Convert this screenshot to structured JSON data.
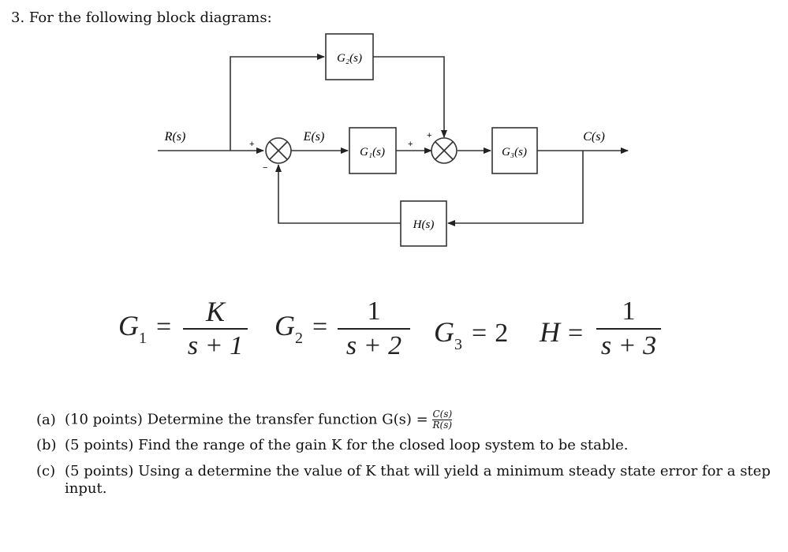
{
  "question": {
    "heading": "3. For the following block diagrams:"
  },
  "diagram": {
    "input_label": "R(s)",
    "error_label": "E(s)",
    "output_label": "C(s)",
    "blocks": {
      "g1": "G₁(s)",
      "g2": "G₂(s)",
      "g3": "G₃(s)",
      "h": "H(s)"
    },
    "signs": {
      "sum1_plus": "+",
      "sum1_minus": "−",
      "sum2_plus_left": "+",
      "sum2_plus_top": "+"
    }
  },
  "equations": {
    "g1": {
      "lhs": "G",
      "sub": "1",
      "eq": "=",
      "num": "K",
      "den": "s + 1"
    },
    "g2": {
      "lhs": "G",
      "sub": "2",
      "eq": "=",
      "num": "1",
      "den": "s + 2"
    },
    "g3": {
      "lhs": "G",
      "sub": "3",
      "eq": "=",
      "value": "2"
    },
    "h": {
      "lhs": "H",
      "eq": "=",
      "num": "1",
      "den": "s + 3"
    }
  },
  "parts": [
    {
      "tag": "(a)",
      "text": "(10 points) Determine the transfer function G(s) =",
      "frac_num": "C(s)",
      "frac_den": "R(s)"
    },
    {
      "tag": "(b)",
      "text": "(5 points) Find the range of the gain K for the closed loop system to be stable."
    },
    {
      "tag": "(c)",
      "text": "(5 points) Using a determine the value of K that will yield a minimum steady state error for a step",
      "text2": "input."
    }
  ]
}
